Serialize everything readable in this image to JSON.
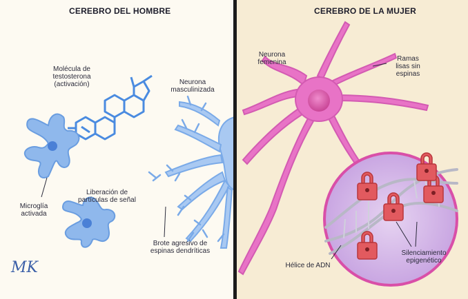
{
  "left": {
    "title": "CEREBRO DEL HOMBRE",
    "labels": {
      "testosterone": "Molécula de\ntestosterona\n(activación)",
      "masculinized_neuron": "Neurona\nmasculinizada",
      "signal_release": "Liberación de\npartículas de señal",
      "microglia": "Microglía\nactivada",
      "spine_sprouting": "Brote agresivo de\nespinas dendríticas"
    }
  },
  "right": {
    "title": "CEREBRO DE LA MUJER",
    "labels": {
      "female_neuron": "Neurona\nfemenina",
      "smooth_branches": "Ramas\nlisas sin\nespinas",
      "dna_helix": "Hélice de ADN",
      "epigenetic_silencing": "Silenciamiento\nepigenético"
    }
  },
  "signature": "MK",
  "colors": {
    "left_bg": "#fdfaf2",
    "right_bg": "#f7ecd4",
    "microglia_blue": "#8fb8ec",
    "neuron_blue": "#a9c9f2",
    "female_neuron_pink": "#e46cc4",
    "nucleus_pink": "#d64aa6",
    "inset_circle": "#c9a6e2",
    "inset_border": "#d94fa8",
    "lock_red": "#e25a5f",
    "divider": "#1b1b1b"
  }
}
